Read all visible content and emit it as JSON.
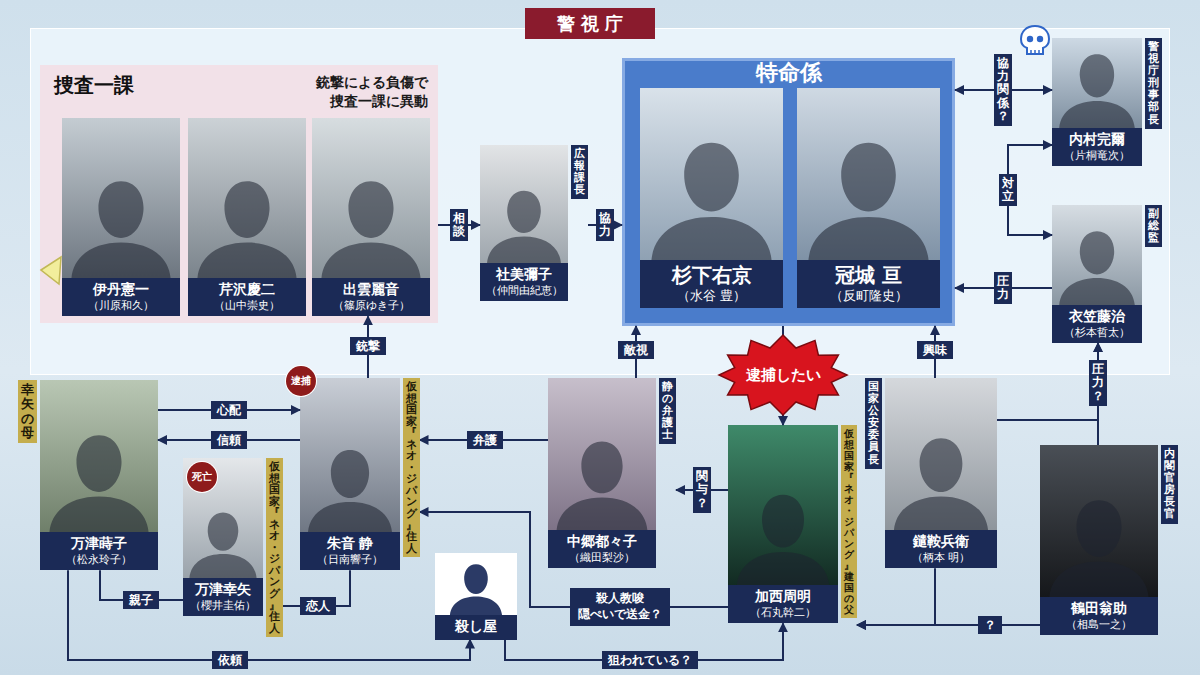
{
  "diagram": {
    "nodes": [
      {
        "text": [
          "警視庁"
        ]
      },
      {
        "text": [
          "捜査一課",
          "銃撃による負傷で 捜査一課に異動"
        ],
        "in": 0
      },
      {
        "text": [
          "伊丹憲一",
          "（川原和久）"
        ],
        "in": 1
      },
      {
        "text": [
          "芹沢慶二",
          "（山中崇史）"
        ],
        "in": 1
      },
      {
        "text": [
          "出雲麗音",
          "（篠原ゆき子）"
        ],
        "in": 1
      },
      {
        "text": [
          "社美彌子",
          "（仲間由紀恵）",
          "広報課長"
        ],
        "in": 0
      },
      {
        "text": [
          "特命係"
        ],
        "in": 0
      },
      {
        "text": [
          "杉下右京",
          "（水谷 豊）"
        ],
        "in": 6
      },
      {
        "text": [
          "冠城 亘",
          "（反町隆史）"
        ],
        "in": 6
      },
      {
        "text": [
          "内村完爾",
          "（片桐竜次）",
          "警視庁刑事部長"
        ],
        "in": 0
      },
      {
        "text": [
          "衣笠藤治",
          "（杉本哲太）",
          "副総監"
        ],
        "in": 0
      },
      {
        "text": [
          "万津蒔子",
          "（松永玲子）",
          "幸矢の母"
        ]
      },
      {
        "text": [
          "万津幸矢",
          "（櫻井圭佑）",
          "死亡",
          "仮想国家『ネオ・ジパング』住人"
        ]
      },
      {
        "text": [
          "朱音 静",
          "（日南響子）",
          "逮捕",
          "仮想国家『ネオ・ジパング』住人"
        ]
      },
      {
        "text": [
          "殺し屋"
        ]
      },
      {
        "text": [
          "中郷都々子",
          "（織田梨沙）",
          "静の弁護士"
        ]
      },
      {
        "text": [
          "加西周明",
          "（石丸幹二）",
          "仮想国家『ネオ・ジパング』建国の父"
        ]
      },
      {
        "text": [
          "鑓鞍兵衛",
          "（柄本 明）",
          "国家公安委員長"
        ]
      },
      {
        "text": [
          "鶴田翁助",
          "（相島一之）",
          "内閣官房長官"
        ]
      }
    ],
    "edges": [
      {
        "from": 1,
        "to": 5,
        "arrow": "to",
        "label": "相談"
      },
      {
        "from": 5,
        "to": 6,
        "arrow": "to",
        "label": "協力"
      },
      {
        "from": 6,
        "to": 9,
        "arrow": "both",
        "label": "協力関係？"
      },
      {
        "from": 9,
        "to": 10,
        "arrow": "both",
        "label": "対立"
      },
      {
        "from": 10,
        "to": 6,
        "arrow": "to",
        "label": "圧力"
      },
      {
        "from": 13,
        "to": 4,
        "arrow": "to",
        "label": "銃撃"
      },
      {
        "from": 15,
        "to": 6,
        "arrow": "to",
        "label": "敵視"
      },
      {
        "from": 6,
        "to": 16,
        "arrow": "to",
        "label": "逮捕したい"
      },
      {
        "from": 17,
        "to": 6,
        "arrow": "to",
        "label": "興味"
      },
      {
        "from": 17,
        "to": 10,
        "arrow": "to",
        "label": "圧力？"
      },
      {
        "from": 18,
        "to": 10,
        "arrow": "to"
      },
      {
        "from": 11,
        "to": 13,
        "arrow": "to",
        "label": "心配"
      },
      {
        "from": 13,
        "to": 11,
        "arrow": "to",
        "label": "信頼"
      },
      {
        "from": 11,
        "to": 12,
        "arrow": "none",
        "label": "親子"
      },
      {
        "from": 12,
        "to": 13,
        "arrow": "none",
        "label": "恋人"
      },
      {
        "from": 15,
        "to": 13,
        "arrow": "to",
        "label": "弁護"
      },
      {
        "from": 16,
        "to": 15,
        "arrow": "to",
        "label": "関与？"
      },
      {
        "from": 16,
        "to": 13,
        "arrow": "to",
        "label": "殺人教唆 隠ぺいで送金？"
      },
      {
        "from": 11,
        "to": 14,
        "arrow": "to",
        "label": "依頼"
      },
      {
        "from": 14,
        "to": 16,
        "arrow": "to",
        "label": "狙われている？"
      },
      {
        "from": 17,
        "to": 16,
        "arrow": "to"
      },
      {
        "from": 18,
        "to": 16,
        "arrow": "to",
        "label": "？"
      }
    ]
  }
}
